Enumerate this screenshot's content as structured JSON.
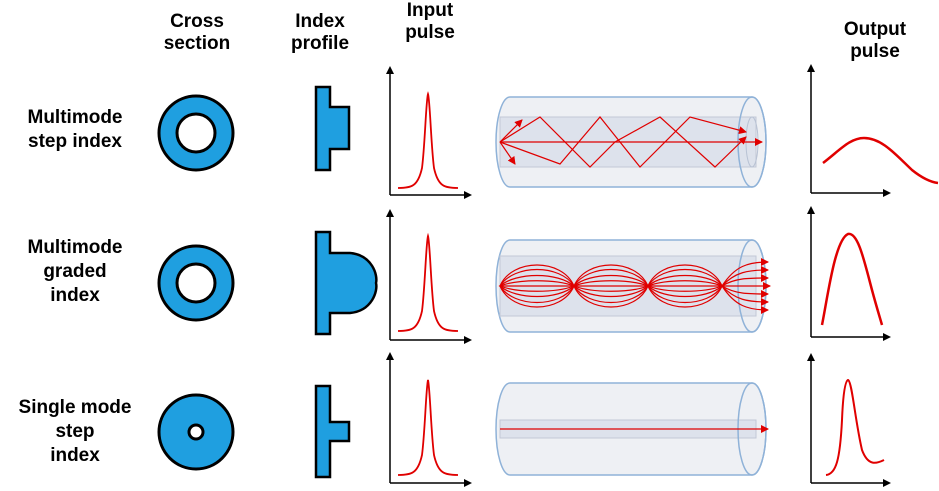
{
  "headers": {
    "cross_section": "Cross\nsection",
    "index_profile": "Index\nprofile",
    "input_pulse": "Input\npulse",
    "output_pulse": "Output\npulse"
  },
  "rows": [
    {
      "label": "Multimode\nstep index"
    },
    {
      "label": "Multimode\ngraded\nindex"
    },
    {
      "label": "Single mode\nstep\nindex"
    }
  ],
  "colors": {
    "fiber_blue": "#1f9fe0",
    "ray_red": "#e00000",
    "axis": "#000000",
    "tube_fill": "#e8ecf2",
    "tube_stroke": "#8fb2d8"
  }
}
